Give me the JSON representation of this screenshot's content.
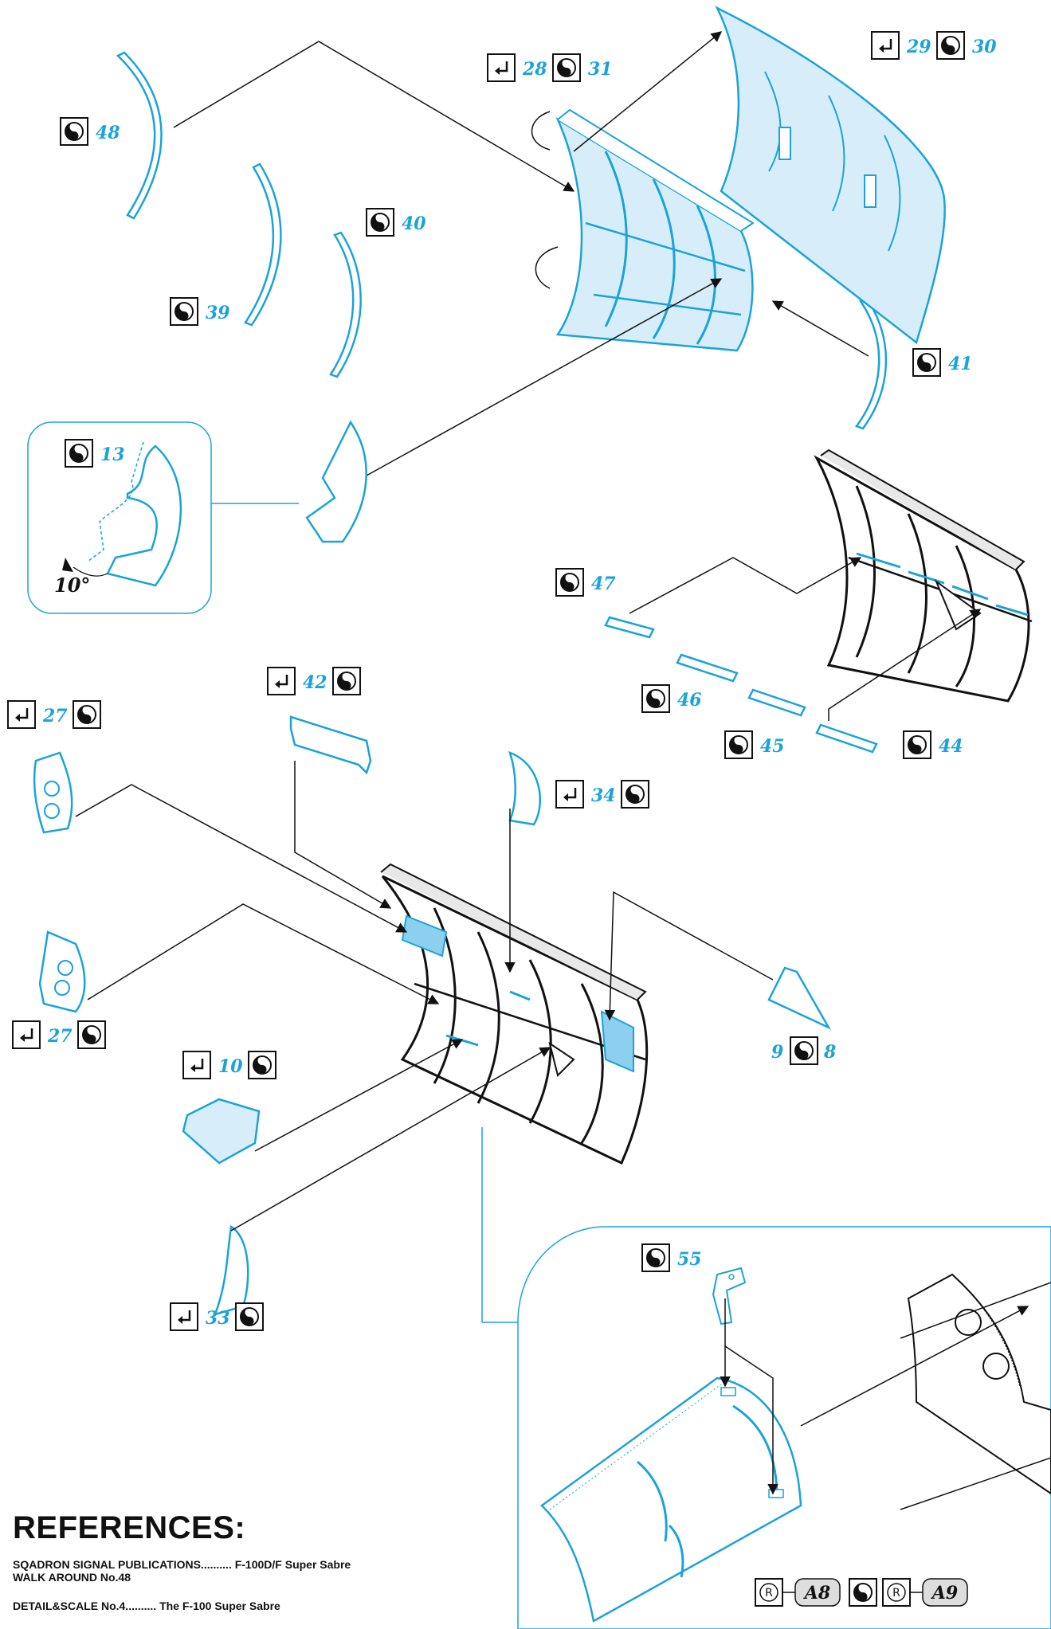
{
  "callouts": {
    "c48": "48",
    "c28": "28",
    "c31": "31",
    "c29": "29",
    "c30": "30",
    "c40": "40",
    "c39": "39",
    "c41": "41",
    "c13": "13",
    "c47": "47",
    "c46": "46",
    "c45": "45",
    "c44": "44",
    "c42": "42",
    "c27a": "27",
    "c34": "34",
    "c27b": "27",
    "c10": "10",
    "c9": "9",
    "c8": "8",
    "c33": "33",
    "c55": "55"
  },
  "inset_13": {
    "angle_label": "10°"
  },
  "sequence": {
    "first": "A8",
    "second": "A9"
  },
  "symbols": {
    "fold": "fold-symbol",
    "etch": "photo-etch-symbol",
    "resin": "resin-part-symbol"
  },
  "colors": {
    "part_outline": "#1aa3d9",
    "part_fill": "#d7eefa",
    "leader": "#111111",
    "shade": "#8ccfee"
  },
  "references": {
    "title": "REFERENCES:",
    "items": [
      {
        "line1": "SQADRON SIGNAL PUBLICATIONS.......... F-100D/F Super Sabre",
        "line2": "WALK AROUND No.48"
      },
      {
        "line1": "DETAIL&SCALE No.4.......... The F-100 Super Sabre",
        "line2": ""
      }
    ]
  }
}
